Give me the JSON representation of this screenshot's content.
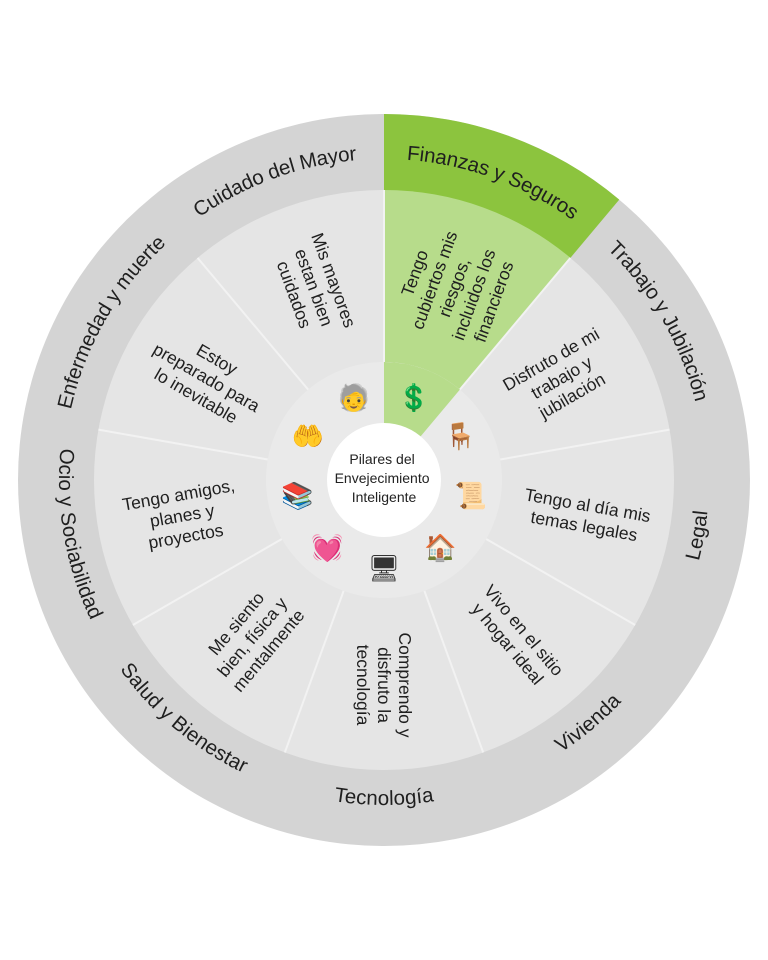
{
  "center": {
    "lines": [
      "Pilares del",
      "Envejecimiento",
      "Inteligente"
    ]
  },
  "colors": {
    "outer_ring": "#d4d4d4",
    "inner_disc": "#e5e5e5",
    "icon_ring": "#eaeaea",
    "center": "#ffffff",
    "highlight_outer": "#8cc43e",
    "highlight_inner": "#b7dc8b",
    "divider": "#f2f2f2"
  },
  "segments": [
    {
      "id": "finanzas",
      "outer": "Finanzas y Seguros",
      "inner": [
        "Tengo",
        "cubiertos mis",
        "riesgos,",
        "incluidos los",
        "financieros"
      ],
      "icon": "finance-icon",
      "glyph": "💲",
      "highlight": true
    },
    {
      "id": "trabajo",
      "outer": "Trabajo y Jubilación",
      "inner": [
        "Disfruto de mi",
        "trabajo y",
        "jubilación"
      ],
      "icon": "retirement-rocking-chair-icon",
      "glyph": "🪑",
      "highlight": false
    },
    {
      "id": "legal",
      "outer": "Legal",
      "inner": [
        "Tengo al día mis",
        "temas legales"
      ],
      "icon": "legal-document-icon",
      "glyph": "📜",
      "highlight": false
    },
    {
      "id": "vivienda",
      "outer": "Vivienda",
      "inner": [
        "Vivo en el sitio",
        "y hogar ideal"
      ],
      "icon": "house-key-icon",
      "glyph": "🏠",
      "highlight": false
    },
    {
      "id": "tecnologia",
      "outer": "Tecnología",
      "inner": [
        "Comprendo y",
        "disfruto la",
        "tecnología"
      ],
      "icon": "computer-gears-icon",
      "glyph": "🖥",
      "highlight": false
    },
    {
      "id": "salud",
      "outer": "Salud y Bienestar",
      "inner": [
        "Me siento",
        "bien, física y",
        "mentalmente"
      ],
      "icon": "heartbeat-icon",
      "glyph": "💓",
      "highlight": false
    },
    {
      "id": "ocio",
      "outer": "Ocio y Sociabilidad",
      "inner": [
        "Tengo amigos,",
        "planes y",
        "proyectos"
      ],
      "icon": "leisure-book-clock-icon",
      "glyph": "📚",
      "highlight": false
    },
    {
      "id": "enfermedad",
      "outer": "Enfermedad y muerte",
      "inner": [
        "Estoy",
        "preparado para",
        "lo inevitable"
      ],
      "icon": "heart-hands-icon",
      "glyph": "🤲",
      "highlight": false
    },
    {
      "id": "cuidado",
      "outer": "Cuidado del Mayor",
      "inner": [
        "Mis mayores",
        "estan bien",
        "cuidados"
      ],
      "icon": "elder-care-icon",
      "glyph": "🧓",
      "highlight": false
    }
  ]
}
